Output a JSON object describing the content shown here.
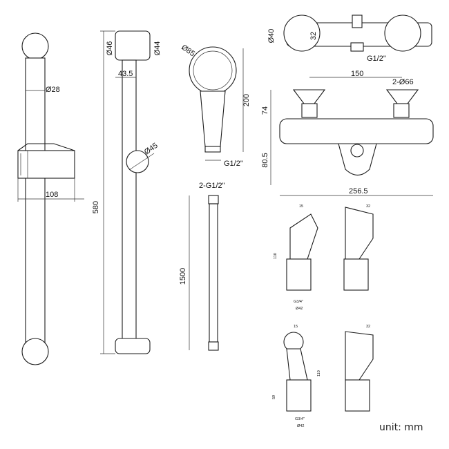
{
  "slide_rail": {
    "d_tube": "Ø28",
    "bracket_w": "108",
    "length": "580",
    "d_bracket": "Ø46",
    "d_bracket2": "Ø44",
    "offset": "43.5",
    "d_knob": "Ø45"
  },
  "hand_shower": {
    "d_head": "Ø85",
    "height": "200",
    "thread": "G1/2\""
  },
  "hose": {
    "thread": "2-G1/2\"",
    "length": "1500"
  },
  "mixer_top": {
    "d_body": "Ø40",
    "d_inner": "32",
    "thread": "G1/2\""
  },
  "mixer_front": {
    "centers": "150",
    "flanges": "2-Ø66",
    "h_top": "74",
    "h_bottom": "80.5",
    "width": "256.5"
  },
  "legs": {
    "l15": "15",
    "l32": "32",
    "l110": "110",
    "l59": "59",
    "g34": "G3/4\"",
    "d42": "Ø42"
  },
  "unit_note": "unit: mm"
}
